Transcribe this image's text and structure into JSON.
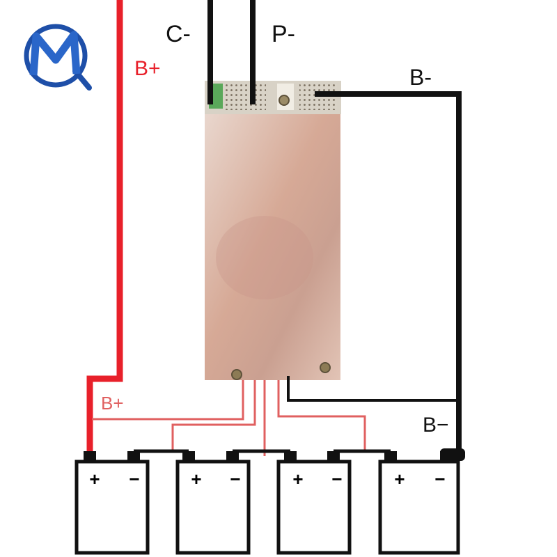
{
  "labels": {
    "c_minus": "C-",
    "p_minus": "P-",
    "b_plus_top": "B+",
    "b_minus_top": "B-",
    "b_plus_bottom": "B+",
    "b_minus_bottom": "B−"
  },
  "cells": [
    {
      "plus": "+",
      "minus": "−"
    },
    {
      "plus": "+",
      "minus": "−"
    },
    {
      "plus": "+",
      "minus": "−"
    },
    {
      "plus": "+",
      "minus": "−"
    }
  ],
  "colors": {
    "positive_wire": "#e8202a",
    "negative_wire": "#111111",
    "balance_wire": "#e06060",
    "board": "#d8b0a0",
    "logo_blue": "#1e4fa8"
  },
  "icons": {
    "logo": "mq-logo-icon",
    "screw": "screw-icon"
  }
}
